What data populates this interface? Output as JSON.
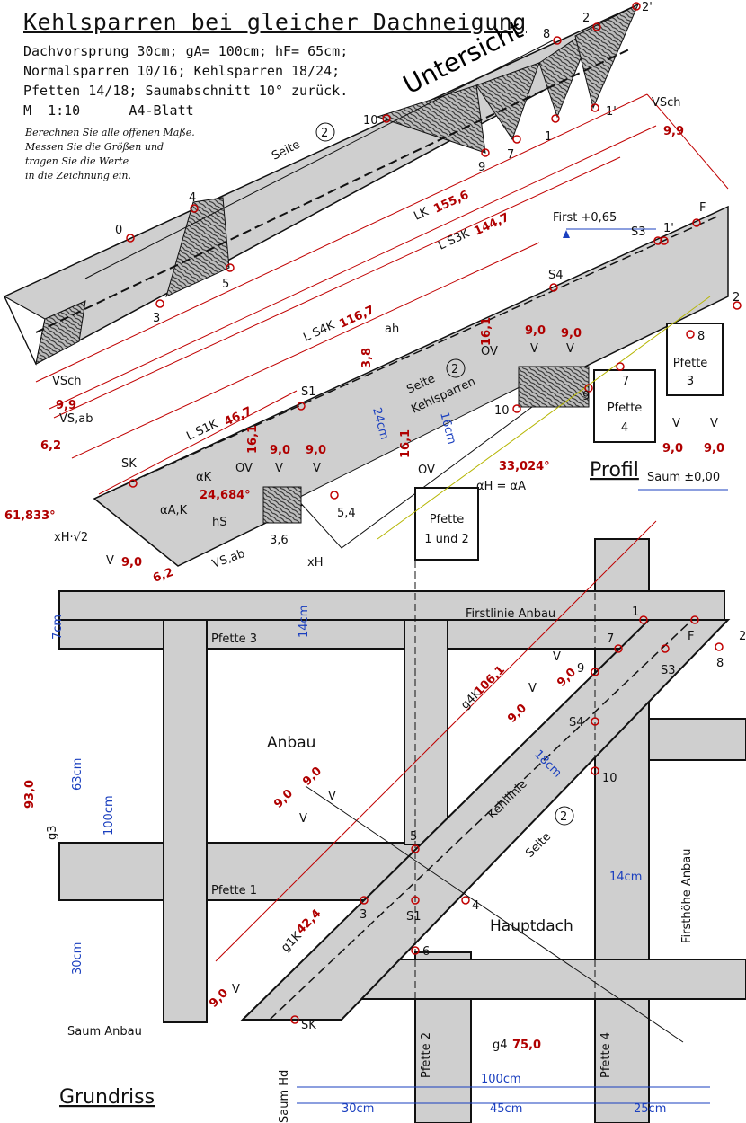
{
  "header": {
    "title": "Kehlsparren bei gleicher Dachneigung",
    "spec1": "Dachvorsprung 30cm; gA= 100cm; hF= 65cm;",
    "spec2": "Normalsparren 10/16; Kehlsparren 18/24;",
    "spec3": "Pfetten 14/18; Saumabschnitt 10° zurück.",
    "spec4": "M  1:10      A4-Blatt",
    "note1": "Berechnen Sie alle offenen Maße.",
    "note2": "Messen Sie die Größen und",
    "note3": "tragen Sie die Werte",
    "note4": "in die Zeichnung ein."
  },
  "untersicht": {
    "title": "Untersicht",
    "seite": "Seite",
    "seite_num": "2",
    "points": [
      "2'",
      "2",
      "8",
      "10",
      "1",
      "7",
      "9",
      "1'",
      "0",
      "4",
      "5",
      "3"
    ]
  },
  "profil": {
    "title": "Profil",
    "lk_label": "LK",
    "lk_val": "155,6",
    "ls3k_label": "L S3K",
    "ls3k_val": "144,7",
    "ls4k_label": "L S4K",
    "ls4k_val": "116,7",
    "ls1k_label": "L S1K",
    "ls1k_val": "46,7",
    "vsch_label": "VSch",
    "vsch_val": "9,9",
    "vsch2_val": "9,9",
    "vsab_label": "VS,ab",
    "vsab_val": "6,2",
    "vsab2_val": "6,2",
    "first_label": "First  +0,65",
    "saum_label": "Saum  ±0,00",
    "angle_h": "33,024°",
    "angle_k": "24,684°",
    "angle_ak": "61,833°",
    "alpha_h": "αH = αA",
    "alpha_k": "αK",
    "alpha_ak": "αA,K",
    "xh_sqrt": "xH·√2",
    "xh": "xH",
    "hs": "hS",
    "ah": "ah",
    "ov": "OV",
    "v": "V",
    "val_9": "9,0",
    "val_161": "16,1",
    "val_38": "3,8",
    "val_54": "5,4",
    "val_36": "3,6",
    "cm24": "24cm",
    "cm16": "16cm",
    "kehlsparren": "Kehlsparren",
    "s1": "S1",
    "s3": "S3",
    "s4": "S4",
    "sk": "SK",
    "f": "F",
    "pf12_a": "Pfette",
    "pf12_b": "1 und 2",
    "pf4_a": "Pfette",
    "pf4_b": "4",
    "pf3_a": "Pfette",
    "pf3_b": "3",
    "p7": "7",
    "p8": "8",
    "p9": "9",
    "p10": "10",
    "p1": "1",
    "p1p": "1'",
    "p2": "2",
    "p2p": "2'"
  },
  "grundriss": {
    "title": "Grundriss",
    "firstlinie": "Firstlinie  Anbau",
    "pfette3": "Pfette  3",
    "pfette1": "Pfette  1",
    "pfette2": "Pfette  2",
    "pfette4": "Pfette  4",
    "anbau": "Anbau",
    "hauptdach": "Hauptdach",
    "kehllinie": "Kehllinie",
    "seite": "Seite",
    "seite_num": "2",
    "firsthoehe": "Firsthöhe  Anbau",
    "saum_anbau": "Saum  Anbau",
    "saum_hd": "Saum  Hd",
    "g3_label": "g3",
    "g3_val": "93,0",
    "g4_label": "g4",
    "g4_val": "75,0",
    "g4k_label": "g4K",
    "g4k_val": "106,1",
    "g1k_label": "g1K",
    "g1k_val": "42,4",
    "val_9": "9,0",
    "v": "V",
    "cm7": "7cm",
    "cm14": "14cm",
    "cm63": "63cm",
    "cm100": "100cm",
    "cm30": "30cm",
    "cm18": "18cm",
    "cm45": "45cm",
    "cm25": "25cm",
    "pts": [
      "1",
      "7",
      "F",
      "8",
      "2",
      "9",
      "S3",
      "S4",
      "10",
      "5",
      "3",
      "S1",
      "4",
      "6",
      "SK"
    ]
  },
  "colors": {
    "red": "#b00000",
    "blue": "#1a3fbf",
    "fill": "#cfcfcf",
    "ink": "#111111"
  }
}
